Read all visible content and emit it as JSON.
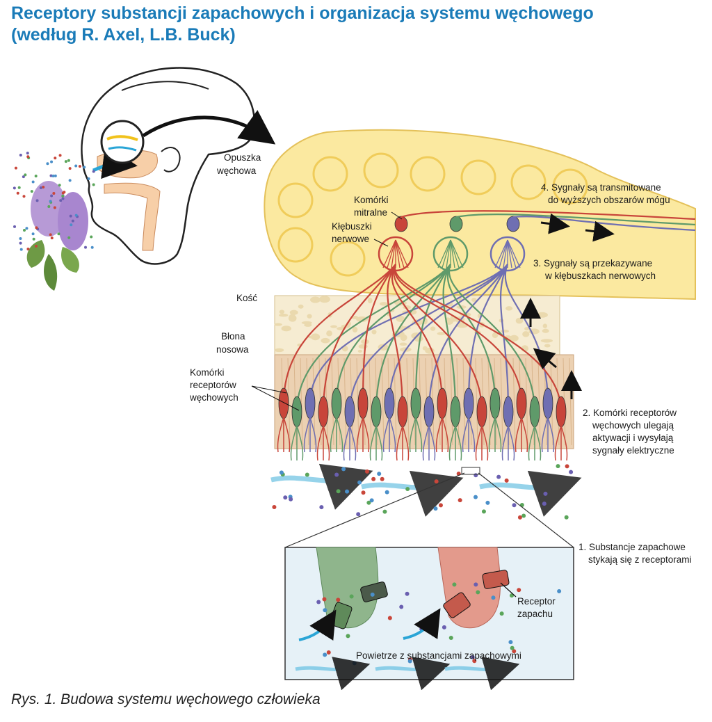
{
  "title": {
    "line1": "Receptory substancji zapachowych i organizacja systemu węchowego",
    "line2": "(według R. Axel, L.B. Buck)"
  },
  "labels": {
    "opuszka_1": "Opuszka",
    "opuszka_2": "węchowa",
    "mitralne_1": "Komórki",
    "mitralne_2": "mitralne",
    "klebuszki_1": "Kłębuszki",
    "klebuszki_2": "nerwowe",
    "kosc": "Kość",
    "blona_1": "Błona",
    "blona_2": "nosowa",
    "receptory_1": "Komórki",
    "receptory_2": "receptorów",
    "receptory_3": "węchowych",
    "receptor_zapachu_1": "Receptor",
    "receptor_zapachu_2": "zapachu",
    "powietrze": "Powietrze z substancjami zapachowymi"
  },
  "steps": {
    "s1_1": "1. Substancje zapachowe",
    "s1_2": "stykają się z receptorami",
    "s2_1": "2. Komórki receptorów",
    "s2_2": "węchowych ulegają",
    "s2_3": "aktywacji i wysyłają",
    "s2_4": "sygnały elektryczne",
    "s3_1": "3. Sygnały są przekazywane",
    "s3_2": "w kłębuszkach nerwowych",
    "s4_1": "4. Sygnały są transmitowane",
    "s4_2": "do wyższych obszarów mógu"
  },
  "caption": "Rys. 1. Budowa systemu węchowego człowieka",
  "colors": {
    "title": "#1a7bb8",
    "bulb": "#fbe9a0",
    "bone": "#f6ecd2",
    "membrane": "#e9c9a6",
    "cell_red": "#c8453a",
    "cell_green": "#5f9a6a",
    "cell_purple": "#6f6fb2",
    "air_arrow": "#7cc9e6"
  }
}
